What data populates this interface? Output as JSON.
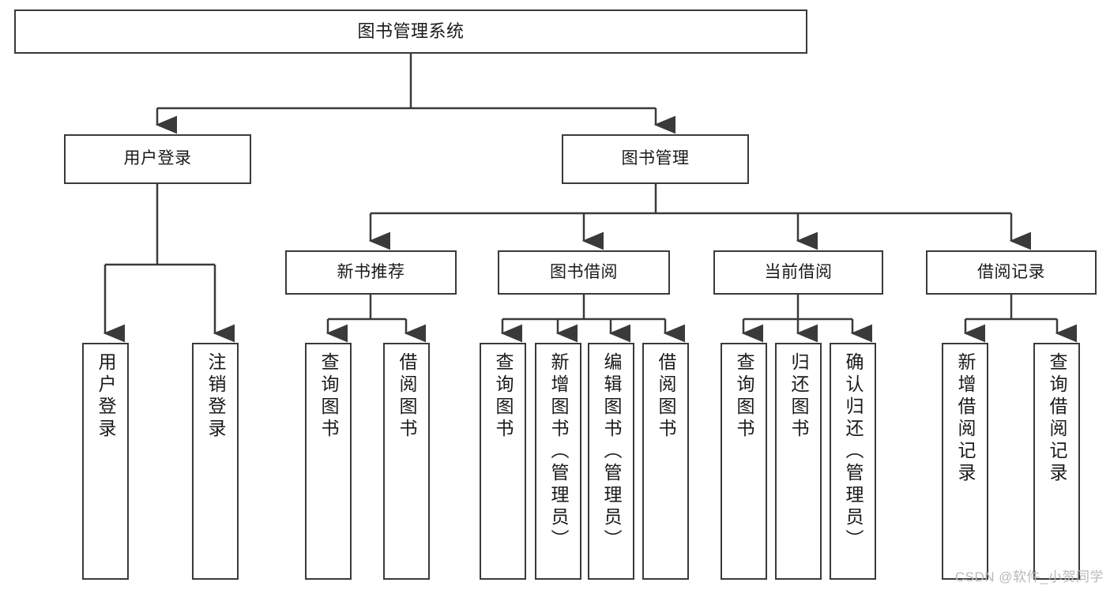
{
  "diagram": {
    "title": "图书管理系统",
    "type": "hierarchy-tree",
    "stroke_color": "#3a3a3a",
    "fill_color": "#ffffff",
    "text_color": "#1a1a1a",
    "root": {
      "label": "图书管理系统"
    },
    "level1": [
      {
        "label": "用户登录"
      },
      {
        "label": "图书管理"
      }
    ],
    "level2": [
      {
        "label": "新书推荐"
      },
      {
        "label": "图书借阅"
      },
      {
        "label": "当前借阅"
      },
      {
        "label": "借阅记录"
      }
    ],
    "leaves": {
      "user_login": [
        {
          "label": "用户登录"
        },
        {
          "label": "注销登录"
        }
      ],
      "new_book_recommend": [
        {
          "label": "查询图书"
        },
        {
          "label": "借阅图书"
        }
      ],
      "book_borrow": [
        {
          "label": "查询图书"
        },
        {
          "label": "新增图书（管理员）"
        },
        {
          "label": "编辑图书（管理员）"
        },
        {
          "label": "借阅图书"
        }
      ],
      "current_borrow": [
        {
          "label": "查询图书"
        },
        {
          "label": "归还图书"
        },
        {
          "label": "确认归还（管理员）"
        }
      ],
      "borrow_record": [
        {
          "label": "新增借阅记录"
        },
        {
          "label": "查询借阅记录"
        }
      ]
    }
  },
  "watermark": {
    "text": "CSDN @软件_小贺同学"
  }
}
